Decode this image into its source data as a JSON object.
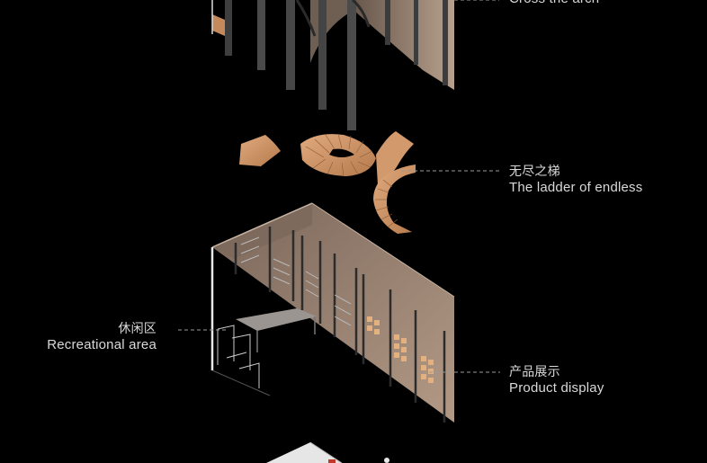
{
  "labels": {
    "arch": {
      "en": "Cross the arch"
    },
    "ladder": {
      "zh": "无尽之梯",
      "en": "The ladder of endless"
    },
    "recreational": {
      "zh": "休闲区",
      "en": "Recreational area"
    },
    "product": {
      "zh": "产品展示",
      "en": "Product display"
    }
  },
  "colors": {
    "background": "#000000",
    "wood": "#c48a5c",
    "wood_light": "#d9a57a",
    "wall": "#8a7568",
    "pillar": "#4a4a4a",
    "leader": "#9a9a9a",
    "text": "#d9d9d9"
  }
}
